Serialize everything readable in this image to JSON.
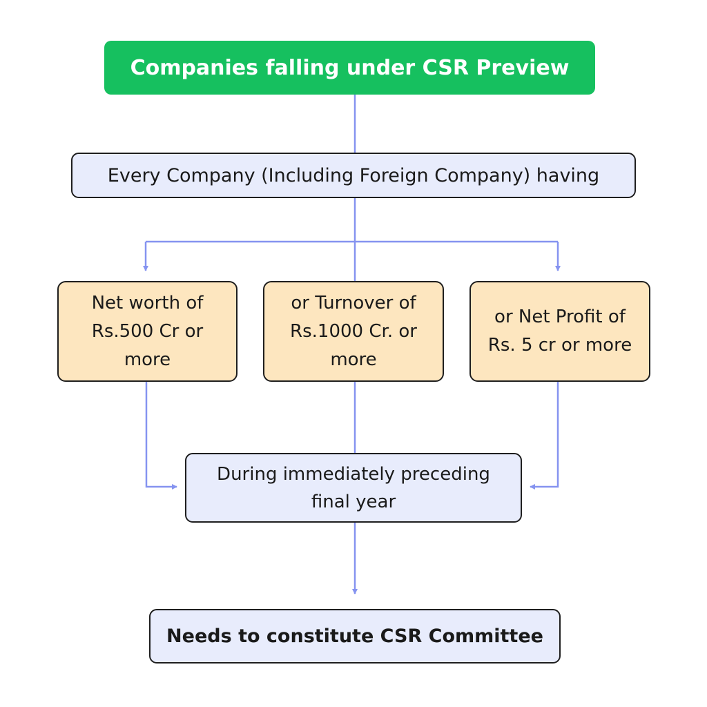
{
  "diagram": {
    "title": "Companies falling under CSR Preview",
    "every_company": "Every Company (Including Foreign Company) having",
    "criteria": {
      "net_worth": "Net worth of Rs.500 Cr or more",
      "turnover": "or Turnover of Rs.1000 Cr. or more",
      "net_profit": "or Net Profit of Rs. 5 cr or more"
    },
    "period": "During immediately preceding final year",
    "outcome": "Needs to constitute CSR Committee"
  },
  "colors": {
    "title_fill": "#16c05f",
    "blue_fill": "#e8ecfc",
    "orange_fill": "#fde6bf",
    "connector": "#8593f0",
    "border": "#1e1e1e"
  }
}
